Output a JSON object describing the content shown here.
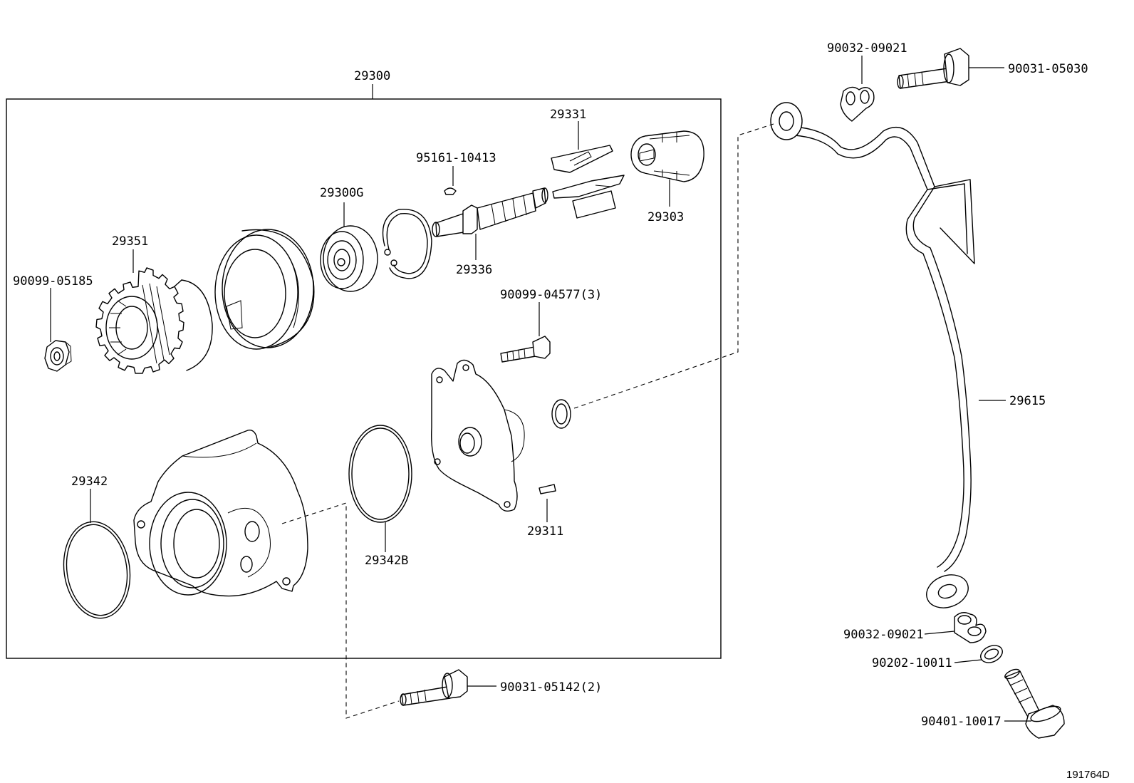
{
  "diagram_id": "191764D",
  "assembly": {
    "part_no": "29300"
  },
  "labels": {
    "p29300": "29300",
    "p29331": "29331",
    "p95161": "95161-10413",
    "p29300g": "29300G",
    "p29351": "29351",
    "p90099_05185": "90099-05185",
    "p29303": "29303",
    "p29336": "29336",
    "p90099_04577": "90099-04577(3)",
    "p29342": "29342",
    "p29342b": "29342B",
    "p29311": "29311",
    "p90031_05142": "90031-05142(2)",
    "p90032_09021_top": "90032-09021",
    "p90031_05030": "90031-05030",
    "p29615": "29615",
    "p90032_09021_bottom": "90032-09021",
    "p90202_10011": "90202-10011",
    "p90401_10017": "90401-10017"
  }
}
